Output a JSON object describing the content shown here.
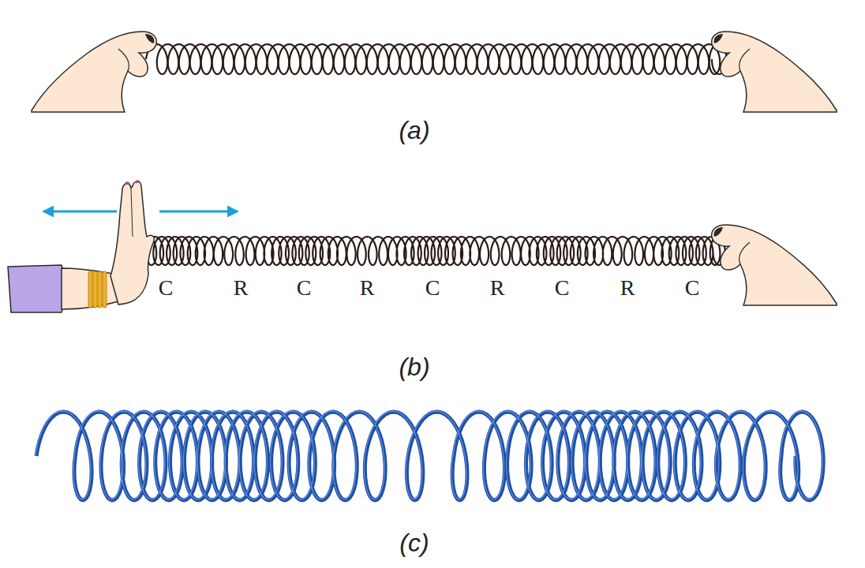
{
  "diagram": {
    "labels": [
      "(a)",
      "C",
      "R",
      "C",
      "R",
      "C",
      "R",
      "C",
      "R",
      "C",
      "(b)",
      "(c)"
    ]
  }
}
